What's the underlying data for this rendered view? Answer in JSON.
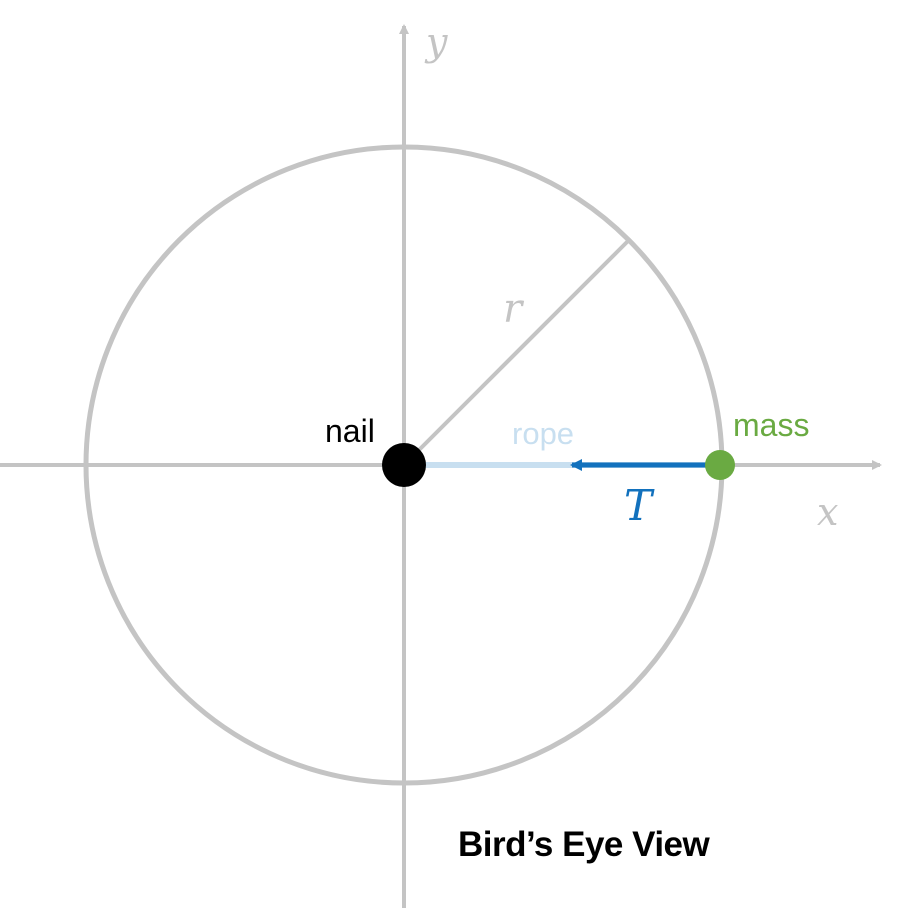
{
  "labels": {
    "y_axis": "y",
    "x_axis": "x",
    "radius": "r",
    "nail": "nail",
    "rope": "rope",
    "mass": "mass",
    "tension": "T",
    "caption": "Bird’s Eye View"
  },
  "colors": {
    "axis": "#c4c4c4",
    "circle": "#c4c4c4",
    "nail": "#000000",
    "rope": "#c8dff0",
    "mass": "#6aaa42",
    "tension": "#1271bd",
    "caption": "#000000"
  }
}
